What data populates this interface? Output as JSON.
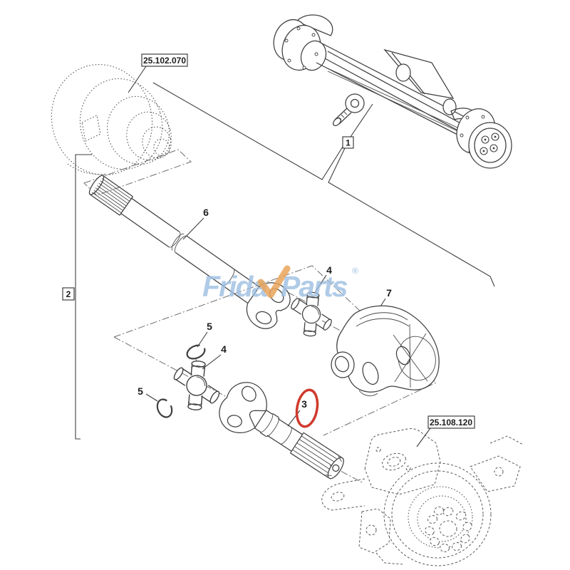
{
  "labels": {
    "ref_hub": "25.102.070",
    "ref_knuckle": "25.108.120",
    "assembly": "1",
    "shaft_group": "2",
    "axle_shaft": "6",
    "ujoint_top": "4",
    "snap_ring_top": "5",
    "ujoint_mid": "4",
    "snap_ring_mid": "5",
    "yoke_shaft": "3",
    "bearing_housing": "7"
  },
  "watermark": {
    "left": "Frida",
    "right": "Parts",
    "registered": "®",
    "blue": "#9fc0e2",
    "orange": "#e9a45a"
  },
  "highlight": {
    "color": "#cf3a2c"
  }
}
